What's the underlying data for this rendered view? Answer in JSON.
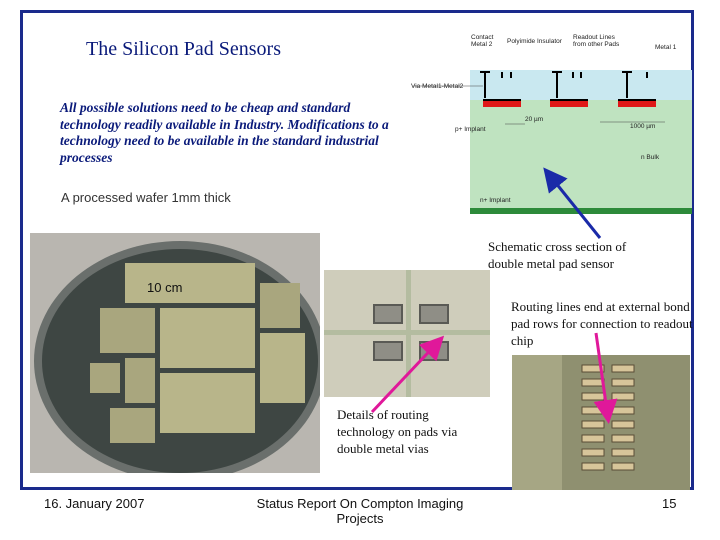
{
  "slide": {
    "title": "The Silicon Pad Sensors",
    "intro": "All possible solutions need to be cheap and standard technology readily available in Industry. Modifications to a technology need to be available in the standard industrial processes",
    "wafer_thickness": "A processed wafer 1mm thick",
    "wafer_size_label": "10 cm"
  },
  "schematic": {
    "caption": "Schematic cross section of double metal pad sensor",
    "labels": {
      "contact_metal2": "Contact Metal 2",
      "polyimide": "Polyimide Insulator",
      "readout_lines": "Readout Lines from other Pads",
      "metal1": "Metal 1",
      "via": "Via Metal1-Metal2",
      "p_implant": "p+ Implant",
      "width_20": "20 µm",
      "width_1000": "1000 µm",
      "n_bulk": "n Bulk",
      "n_implant": "n+ Implant"
    }
  },
  "captions": {
    "routing_end": "Routing lines end at external bond pad rows for connection to readout chip",
    "routing_details": "Details of routing technology on pads via double metal vias"
  },
  "footer": {
    "date": "16. January 2007",
    "center": "Status Report On Compton Imaging Projects",
    "page": "15"
  },
  "colors": {
    "frame": "#1a2a8c",
    "title": "#0a1a7a",
    "arrow_blue": "#1a2aa8",
    "arrow_magenta": "#e0189a",
    "bulk_green": "#bfe3c0"
  }
}
